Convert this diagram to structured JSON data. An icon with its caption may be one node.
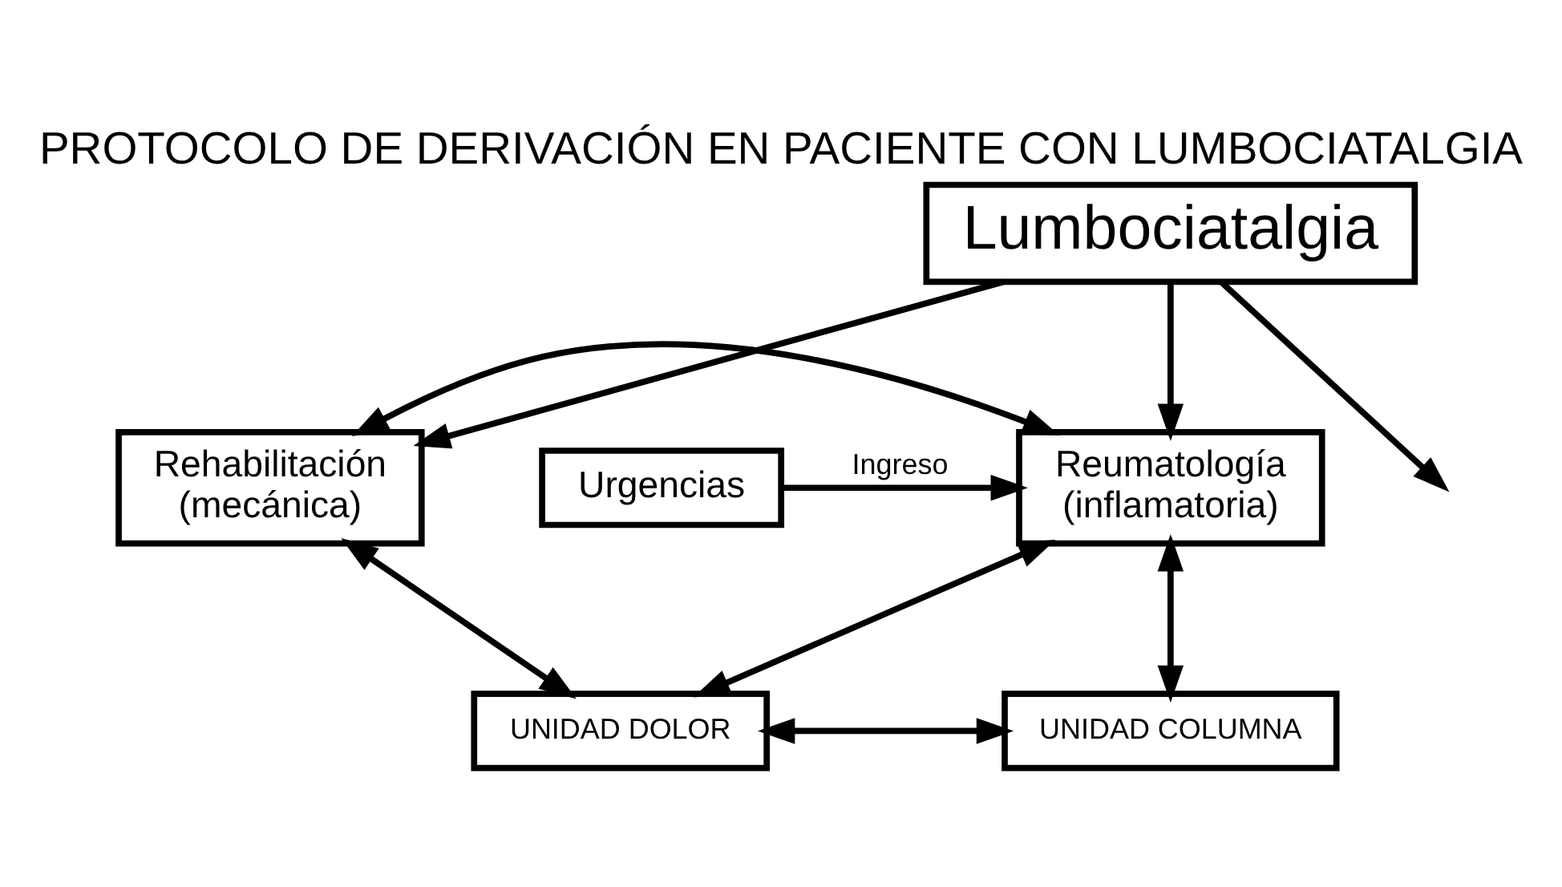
{
  "diagram": {
    "title": "PROTOCOLO DE DERIVACIÓN EN PACIENTE CON LUMBOCIATALGIA",
    "nodes": [
      {
        "text": [
          "Lumbociatalgia"
        ]
      },
      {
        "text": [
          "Rehabilitación (mecánica)"
        ]
      },
      {
        "text": [
          "Reumatología (inflamatoria)"
        ]
      },
      {
        "text": [
          "Urgencias"
        ]
      },
      {
        "text": [
          "UNIDAD DOLOR"
        ]
      },
      {
        "text": [
          "UNIDAD COLUMNA"
        ]
      }
    ],
    "edges": [
      {
        "from": 0,
        "to": 1,
        "arrow": "to"
      },
      {
        "from": 0,
        "to": 2,
        "arrow": "to"
      },
      {
        "from": 0,
        "to": null,
        "arrow": "to"
      },
      {
        "from": 1,
        "to": 2,
        "arrow": "both"
      },
      {
        "from": 3,
        "to": 2,
        "arrow": "to",
        "label": "Ingreso"
      },
      {
        "from": 1,
        "to": 4,
        "arrow": "both"
      },
      {
        "from": 2,
        "to": 4,
        "arrow": "both"
      },
      {
        "from": 2,
        "to": 5,
        "arrow": "both"
      },
      {
        "from": 4,
        "to": 5,
        "arrow": "both"
      }
    ]
  }
}
